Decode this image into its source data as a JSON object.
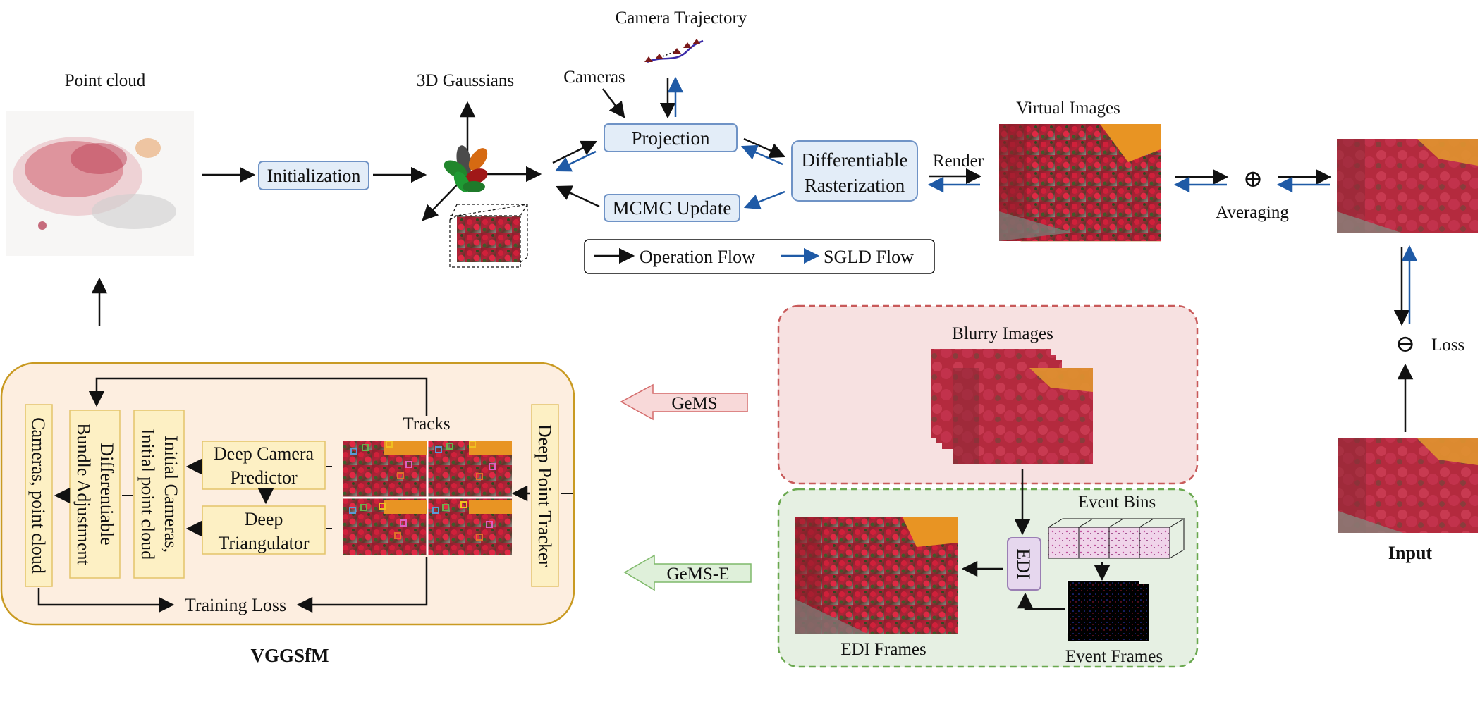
{
  "labels": {
    "point_cloud": "Point cloud",
    "gaussians": "3D Gaussians",
    "cameras": "Cameras",
    "camera_trajectory": "Camera Trajectory",
    "virtual_images": "Virtual Images",
    "render": "Render",
    "averaging": "Averaging",
    "loss": "Loss",
    "input": "Input",
    "blurry_images": "Blurry Images",
    "event_bins": "Event Bins",
    "edi_frames": "EDI Frames",
    "event_frames": "Event Frames",
    "tracks": "Tracks",
    "training_loss": "Training Loss",
    "vggsfm": "VGGSfM"
  },
  "boxes": {
    "initialization": "Initialization",
    "projection": "Projection",
    "mcmc_update": "MCMC Update",
    "diff_rast_line1": "Differentiable",
    "diff_rast_line2": "Rasterization",
    "edi": "EDI",
    "deep_point_tracker": "Deep Point Tracker",
    "deep_camera_predictor_line1": "Deep Camera",
    "deep_camera_predictor_line2": "Predictor",
    "deep_triangulator_line1": "Deep",
    "deep_triangulator_line2": "Triangulator",
    "initial_cameras_line1": "Initial Cameras,",
    "initial_cameras_line2": "Initial point cloud",
    "dba_line1": "Differentiable",
    "dba_line2": "Bundle Adjustment",
    "cameras_point_cloud": "Cameras, point cloud"
  },
  "legend": {
    "operation_flow": "Operation Flow",
    "sgld_flow": "SGLD Flow"
  },
  "method_arrows": {
    "gems": "GeMS",
    "gems_e": "GeMS-E"
  },
  "symbols": {
    "oplus": "⊕",
    "ominus": "⊖"
  },
  "colors": {
    "blue_box_fill": "#e3edf8",
    "blue_box_stroke": "#6f93c6",
    "sgld_arrow": "#1f5aa6",
    "yellow_box_fill": "#fdf0c4",
    "yellow_box_stroke": "#e3c46a",
    "vggsfm_panel_fill": "#fdeee0",
    "vggsfm_panel_stroke": "#c99a22",
    "blurry_panel_fill": "#f7e1e1",
    "blurry_panel_stroke": "#c85a5a",
    "event_panel_fill": "#e6f0e3",
    "event_panel_stroke": "#6aa84f",
    "edi_box_fill": "#e6d7ee",
    "edi_box_stroke": "#9a7fb4",
    "gems_arrow_fill": "#f8d9d9",
    "gems_e_arrow_fill": "#dff0da"
  }
}
